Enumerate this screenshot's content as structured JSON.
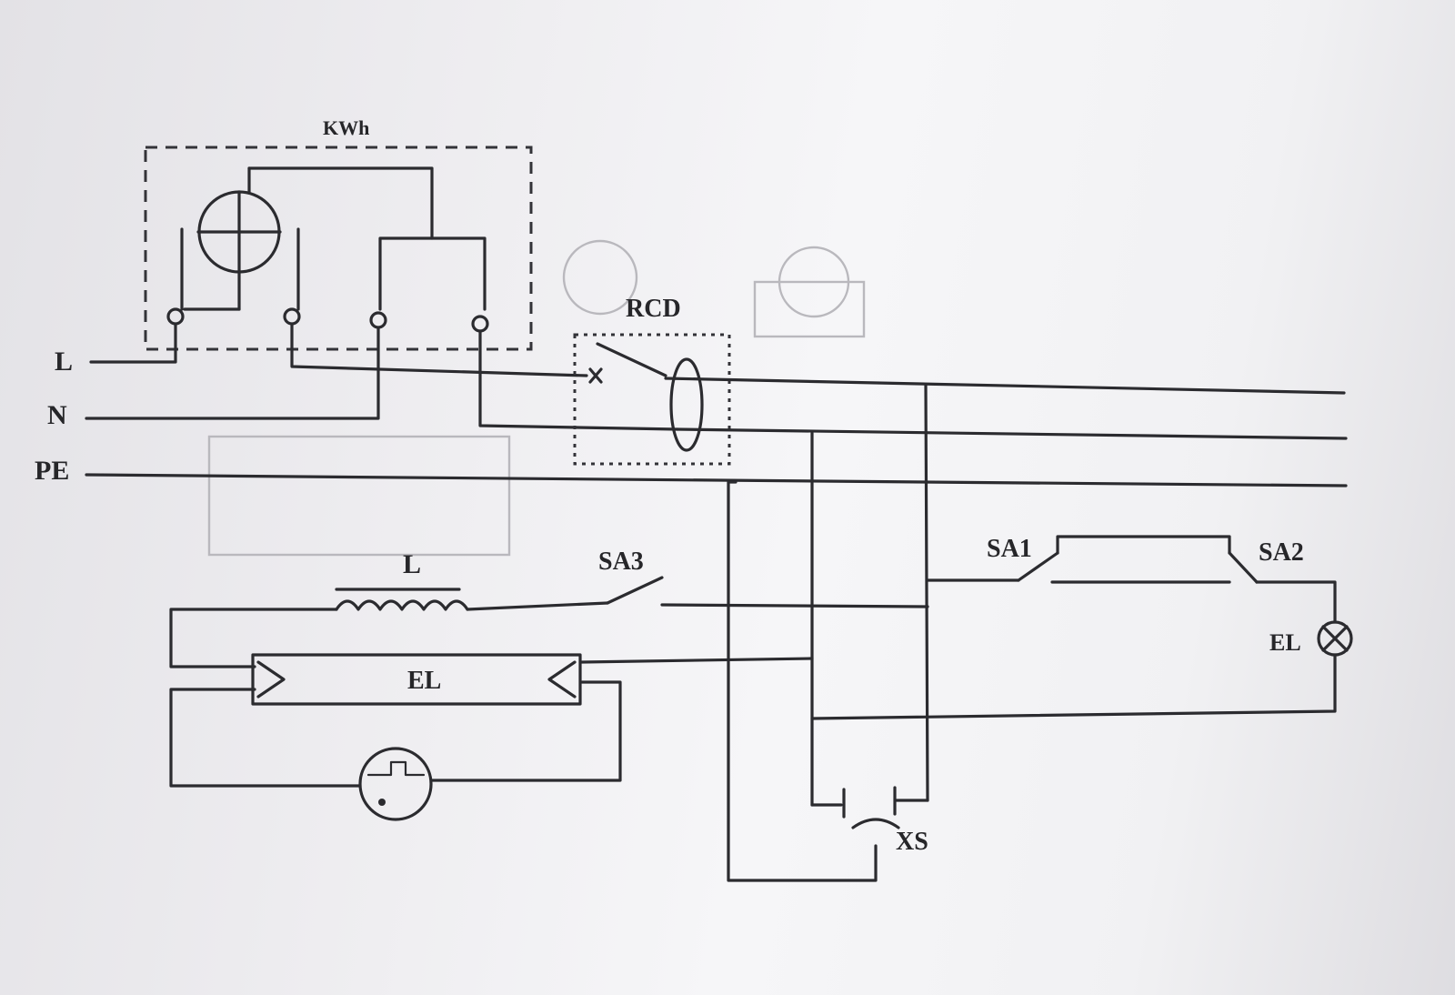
{
  "diagram": {
    "meter_label": "KWh",
    "rcd_label": "RCD",
    "line_L": "L",
    "line_N": "N",
    "line_PE": "PE",
    "inductor_label": "L",
    "switch_sa3": "SA3",
    "switch_sa1": "SA1",
    "switch_sa2": "SA2",
    "tube_label": "EL",
    "lamp_label": "EL",
    "socket_label": "XS"
  }
}
